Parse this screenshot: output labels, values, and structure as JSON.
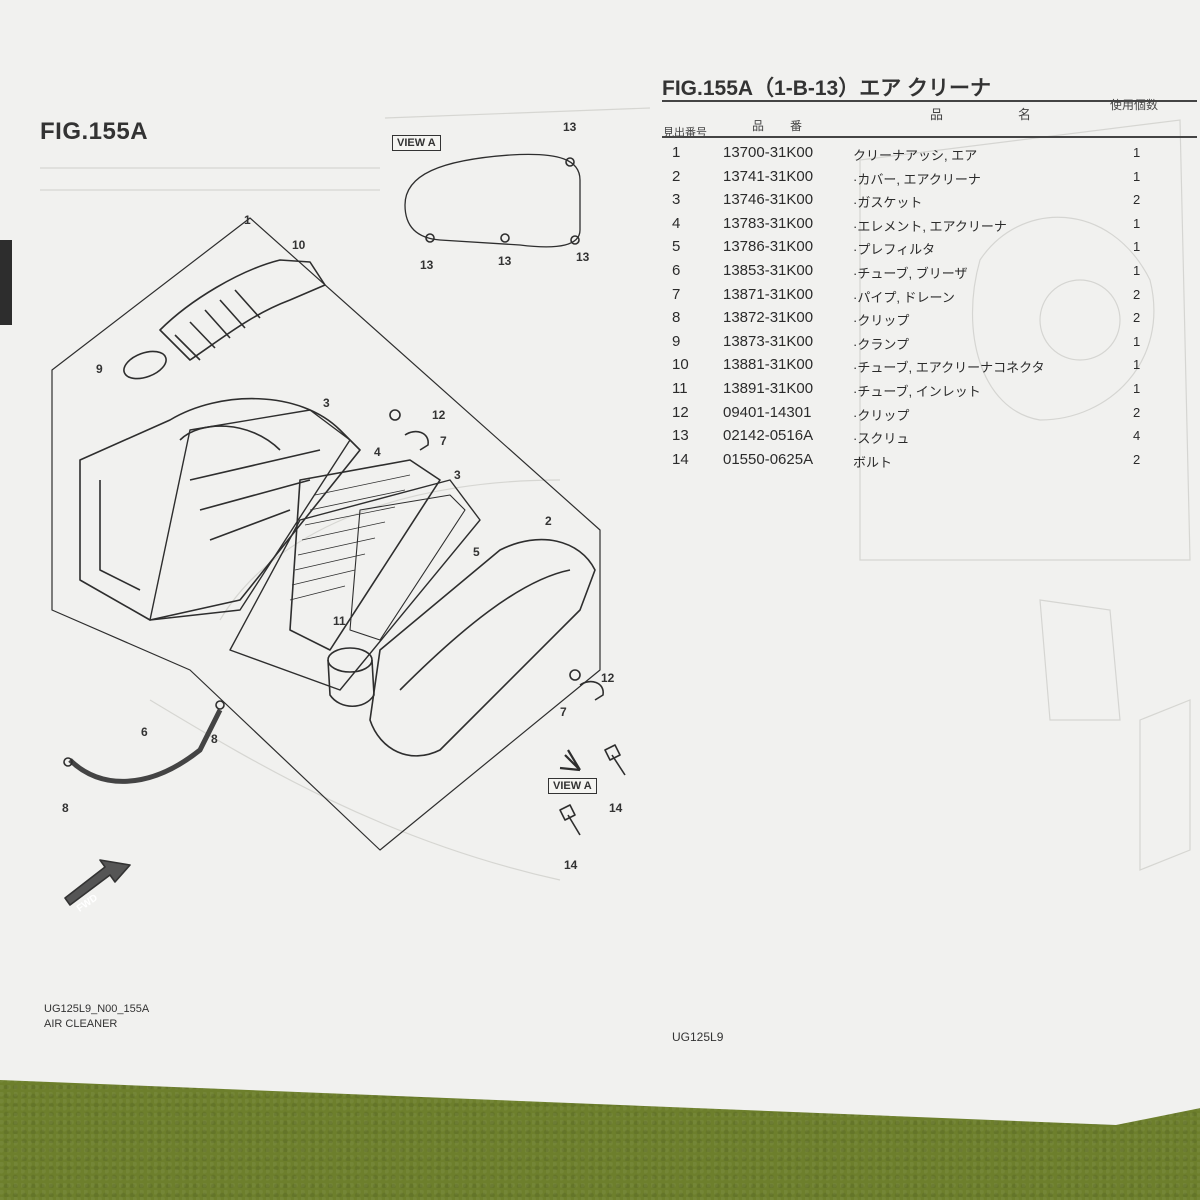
{
  "page": {
    "figure_title_left": "FIG.155A",
    "figure_title_right": "FIG.155A（1-B-13）エア クリーナ",
    "footer_code": "UG125L9_N00_155A",
    "footer_name": "AIR CLEANER",
    "footer_model": "UG125L9"
  },
  "table": {
    "col_ref": "見出番号",
    "col_part_a": "品",
    "col_part_b": "番",
    "col_name_a": "品",
    "col_name_b": "名",
    "col_qty": "使用個数",
    "rows": [
      {
        "ref": "1",
        "part": "13700-31K00",
        "name": "クリーナアッシ, エア",
        "qty": "1"
      },
      {
        "ref": "2",
        "part": "13741-31K00",
        "name": "·カバー, エアクリーナ",
        "qty": "1"
      },
      {
        "ref": "3",
        "part": "13746-31K00",
        "name": "·ガスケット",
        "qty": "2"
      },
      {
        "ref": "4",
        "part": "13783-31K00",
        "name": "·エレメント, エアクリーナ",
        "qty": "1"
      },
      {
        "ref": "5",
        "part": "13786-31K00",
        "name": "·プレフィルタ",
        "qty": "1"
      },
      {
        "ref": "6",
        "part": "13853-31K00",
        "name": "·チューブ, ブリーザ",
        "qty": "1"
      },
      {
        "ref": "7",
        "part": "13871-31K00",
        "name": "·パイプ, ドレーン",
        "qty": "2"
      },
      {
        "ref": "8",
        "part": "13872-31K00",
        "name": "·クリップ",
        "qty": "2"
      },
      {
        "ref": "9",
        "part": "13873-31K00",
        "name": "·クランプ",
        "qty": "1"
      },
      {
        "ref": "10",
        "part": "13881-31K00",
        "name": "·チューブ, エアクリーナコネクタ",
        "qty": "1"
      },
      {
        "ref": "11",
        "part": "13891-31K00",
        "name": "·チューブ, インレット",
        "qty": "1"
      },
      {
        "ref": "12",
        "part": "09401-14301",
        "name": "·クリップ",
        "qty": "2"
      },
      {
        "ref": "13",
        "part": "02142-0516A",
        "name": "·スクリュ",
        "qty": "4"
      },
      {
        "ref": "14",
        "part": "01550-0625A",
        "name": "ボルト",
        "qty": "2"
      }
    ]
  },
  "diagram": {
    "view_label": "VIEW A",
    "fwd_label": "FWD",
    "callouts": [
      "1",
      "10",
      "9",
      "3",
      "12",
      "7",
      "4",
      "3",
      "5",
      "2",
      "11",
      "12",
      "7",
      "6",
      "8",
      "8",
      "13",
      "13",
      "13",
      "13",
      "14",
      "14"
    ]
  }
}
